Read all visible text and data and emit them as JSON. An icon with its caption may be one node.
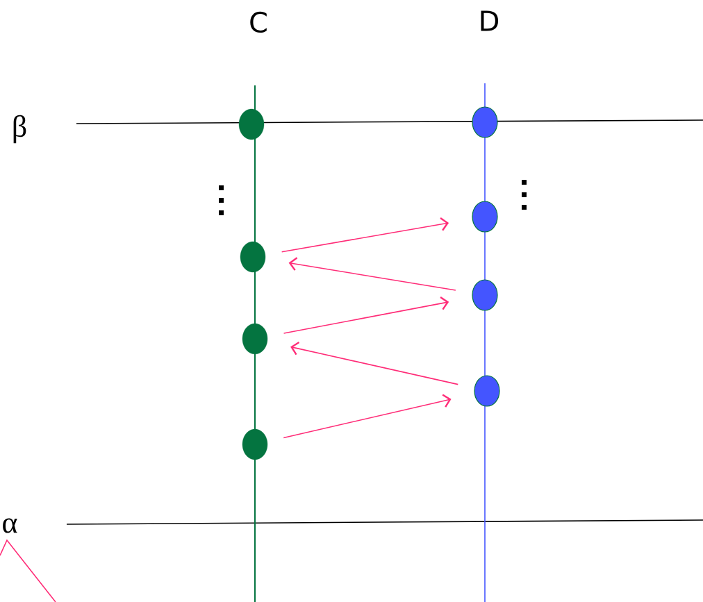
{
  "diagram": {
    "nodes": [
      {
        "text": [],
        "shape": "circle"
      },
      {
        "text": [],
        "shape": "circle"
      },
      {
        "text": [],
        "shape": "circle"
      },
      {
        "text": [],
        "shape": "circle"
      },
      {
        "text": [],
        "shape": "circle"
      },
      {
        "text": [],
        "shape": "circle"
      },
      {
        "text": [],
        "shape": "circle"
      },
      {
        "text": [],
        "shape": "circle"
      }
    ],
    "edges": [
      {
        "from": 1,
        "to": 5,
        "arrow": "to"
      },
      {
        "from": 6,
        "to": 1,
        "arrow": "to"
      },
      {
        "from": 2,
        "to": 6,
        "arrow": "to"
      },
      {
        "from": 7,
        "to": 2,
        "arrow": "to"
      },
      {
        "from": 3,
        "to": 7,
        "arrow": "to"
      }
    ],
    "labels": [
      "C",
      "D",
      "β",
      "α"
    ]
  }
}
